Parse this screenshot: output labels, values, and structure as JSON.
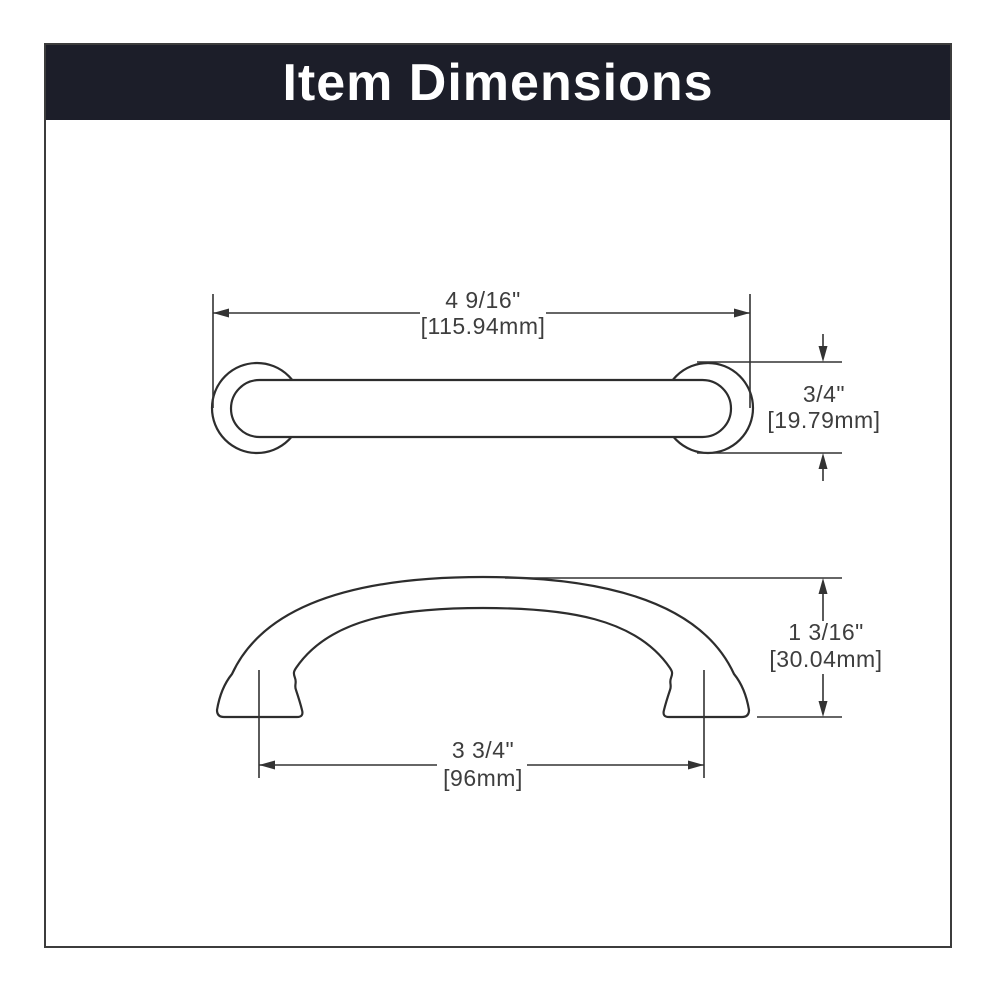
{
  "header": {
    "title": "Item Dimensions",
    "bg_color": "#1c1e29",
    "text_color": "#ffffff"
  },
  "drawing": {
    "colors": {
      "frame_border": "#3c3c3c",
      "line": "#2d2d2d",
      "dimension_line": "#333333",
      "text": "#3e3e3e",
      "background": "#ffffff"
    },
    "dimensions": {
      "overall_length": {
        "inches": "4 9/16\"",
        "mm": "[115.94mm]"
      },
      "depth": {
        "inches": "3/4\"",
        "mm": "[19.79mm]"
      },
      "height": {
        "inches": "1 3/16\"",
        "mm": "[30.04mm]"
      },
      "center_to_center": {
        "inches": "3 3/4\"",
        "mm": "[96mm]"
      }
    }
  }
}
